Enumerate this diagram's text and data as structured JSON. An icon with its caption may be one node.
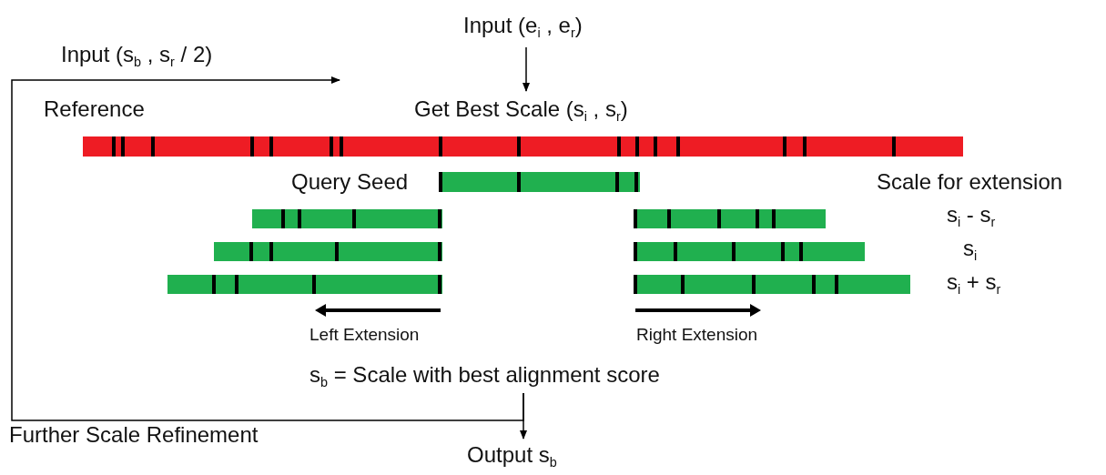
{
  "diagram": {
    "nodes": [
      {
        "text": [
          "Input (e$_{i}$ , e$_{r}$)"
        ]
      },
      {
        "text": [
          "Get Best Scale (s$_{i}$ , s$_{r}$)"
        ]
      },
      {
        "text": [
          "Reference"
        ]
      },
      {
        "text": [
          "Query Seed"
        ]
      },
      {
        "text": [],
        "shape": "bar"
      },
      {
        "text": [],
        "shape": "bar"
      },
      {
        "text": [],
        "shape": "bar"
      },
      {
        "text": [],
        "shape": "bar"
      },
      {
        "text": [],
        "shape": "bar"
      },
      {
        "text": [],
        "shape": "bar"
      },
      {
        "text": [
          "s$_{b}$ = Scale with best alignment score"
        ]
      },
      {
        "text": [
          "Output s$_{b}$"
        ]
      }
    ],
    "edges": [
      {
        "from": 0,
        "to": 1,
        "arrow": "to"
      },
      {
        "from": 10,
        "to": 11,
        "arrow": "to"
      },
      {
        "from": 10,
        "to": null,
        "arrow": "to",
        "label": "Input (s$_{b}$ , s$_{r}$ / 2)"
      }
    ],
    "labels": [
      "Scale for extension",
      "s$_{i}$ - s$_{r}$",
      "s$_{i}$",
      "s$_{i}$ + s$_{r}$",
      "Left Extension",
      "Right Extension",
      "Further Scale Refinement"
    ]
  }
}
